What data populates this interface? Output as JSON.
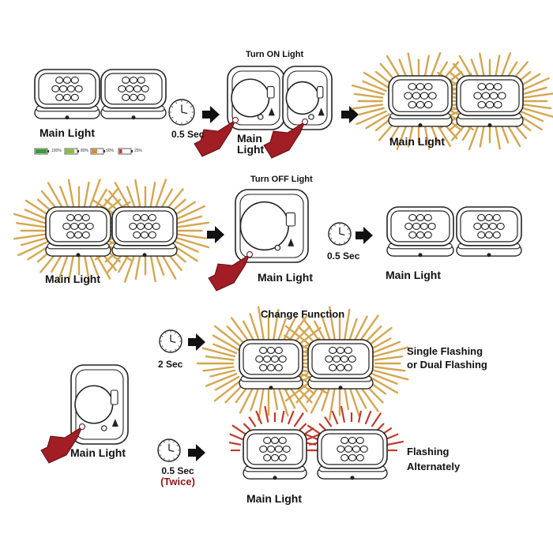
{
  "labels": {
    "turn_on": "Turn ON Light",
    "turn_off": "Turn OFF Light",
    "change_function": "Change Function",
    "main_light": "Main Light",
    "main_light_split": [
      "Main",
      "Light"
    ],
    "half_sec": "0.5 Sec",
    "two_sec": "2 Sec",
    "twice": "(Twice)",
    "single_flashing_lines": [
      "Single Flashing",
      "or Dual Flashing"
    ],
    "flashing_alt_lines": [
      "Flashing",
      "Alternately"
    ]
  },
  "battery_levels": [
    "100%",
    "80%",
    "50%",
    "25%"
  ],
  "colors": {
    "glow": "#d4a650",
    "flash": "#c0392b",
    "hand": "#a01e24",
    "battery": [
      "#3a9a3a",
      "#8cbf3a",
      "#e08a2a",
      "#c0392b"
    ]
  },
  "icons": [
    "clock-icon",
    "arrow-right-icon",
    "hand-press-icon",
    "battery-icon"
  ]
}
